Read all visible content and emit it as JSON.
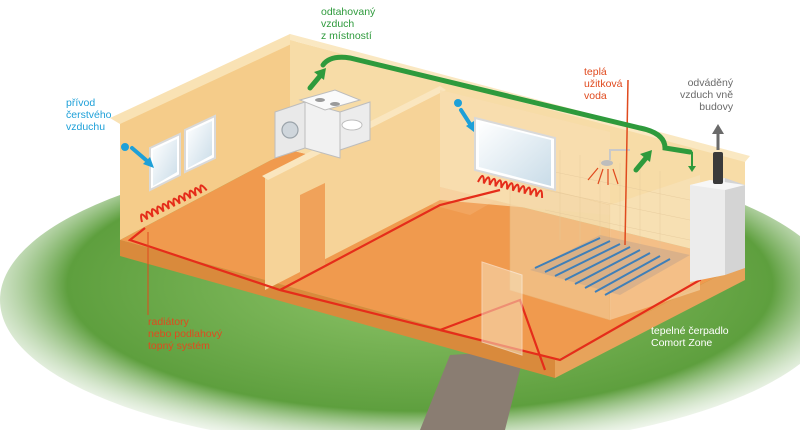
{
  "labels": {
    "exhaust_room": [
      "odtahovaný",
      "vzduch",
      "z místností"
    ],
    "fresh_air": [
      "přívod",
      "čerstvého",
      "vzduchu"
    ],
    "hot_water": [
      "teplá",
      "užitková",
      "voda"
    ],
    "exhaust_out": [
      "odváděný",
      "vzduch vně",
      "budovy"
    ],
    "heating": [
      "radiátory",
      "nebo podlahový",
      "topný systém"
    ],
    "heat_pump": [
      "tepelné čerpadlo",
      "Comort Zone"
    ]
  },
  "colors": {
    "green": "#2e9a3c",
    "blue": "#1ea0d8",
    "red": "#e04a1e",
    "grey": "#6a6a6a",
    "pipe_red": "#e52d1a",
    "floor": "#f0a25a",
    "wall": "#f6d9a4",
    "grass": "#5a9e3a"
  },
  "icons": {
    "fresh_air_arrow": "arrow-right-down-icon",
    "exhaust_arrow": "arrow-up-icon",
    "shower": "shower-icon"
  }
}
